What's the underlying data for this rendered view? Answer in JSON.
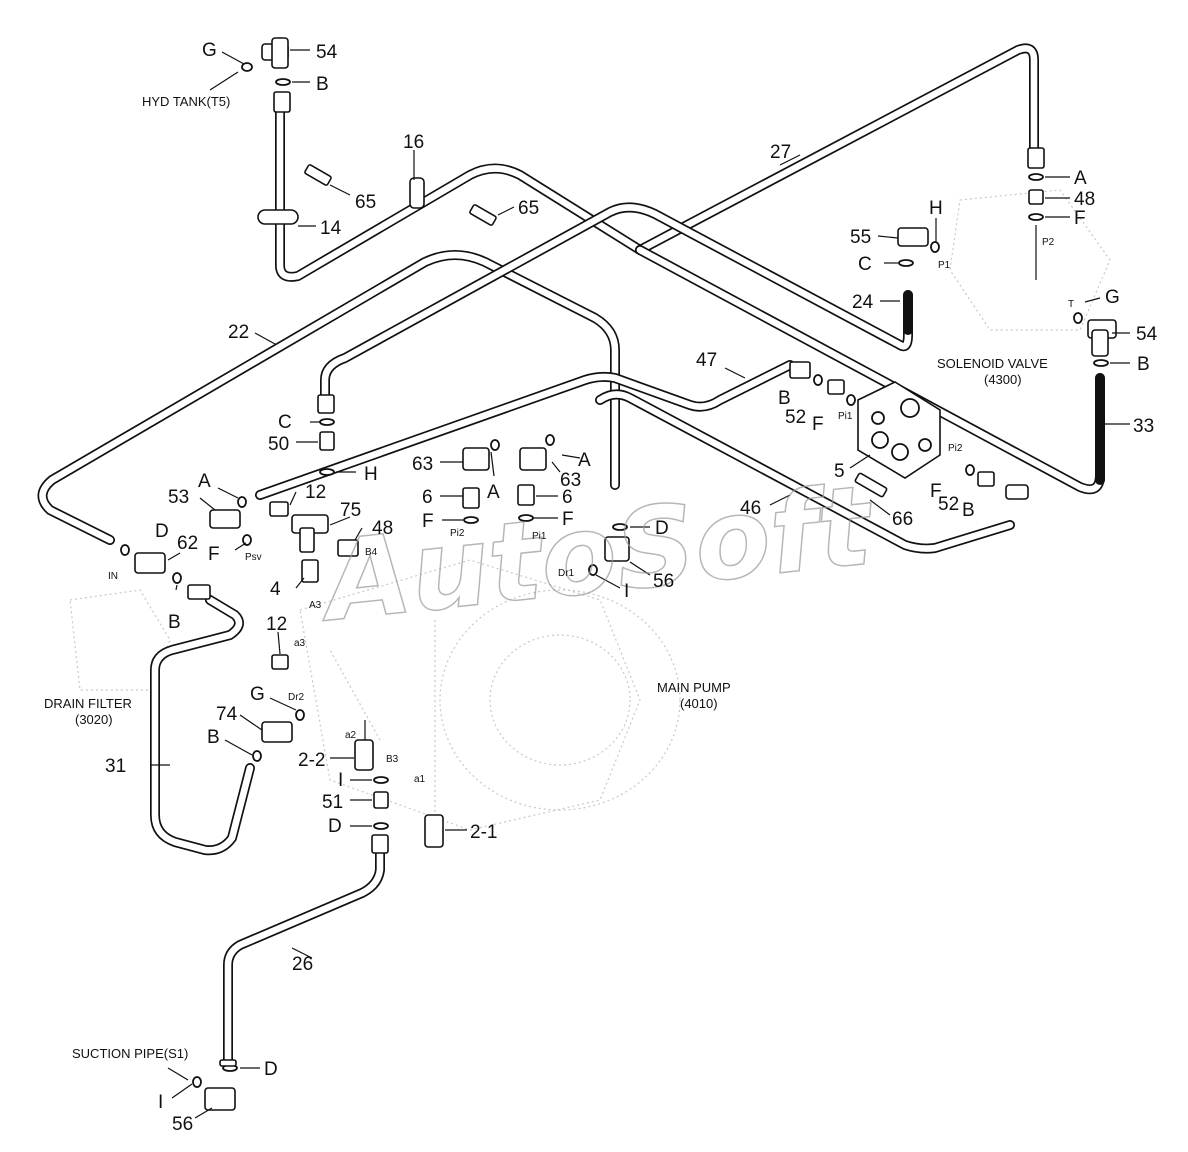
{
  "watermark": "AutoSoft",
  "components": {
    "hyd_tank": "HYD TANK(T5)",
    "solenoid_valve": "SOLENOID VALVE",
    "solenoid_valve_code": "(4300)",
    "drain_filter": "DRAIN FILTER",
    "drain_filter_code": "(3020)",
    "main_pump": "MAIN PUMP",
    "main_pump_code": "(4010)",
    "suction_pipe": "SUCTION PIPE(S1)"
  },
  "labels": [
    "G",
    "54",
    "B",
    "16",
    "65",
    "65",
    "14",
    "27",
    "A",
    "48",
    "F",
    "55",
    "H",
    "P1",
    "C",
    "P2",
    "24",
    "T",
    "G",
    "54",
    "22",
    "B",
    "SOLENOID VALVE",
    "33",
    "47",
    "B",
    "52",
    "Pi1",
    "F",
    "C",
    "Pi2",
    "50",
    "H",
    "63",
    "A",
    "63",
    "A",
    "5",
    "12",
    "A",
    "53",
    "6",
    "6",
    "F",
    "52",
    "B",
    "75",
    "F",
    "Pi2",
    "F",
    "Pi1",
    "66",
    "46",
    "D",
    "48",
    "D",
    "62",
    "F",
    "Psv",
    "B4",
    "Dr1",
    "56",
    "IN",
    "4",
    "I",
    "A3",
    "B",
    "12",
    "a3",
    "G",
    "Dr2",
    "74",
    "B",
    "a2",
    "2-2",
    "B3",
    "I",
    "a1",
    "31",
    "51",
    "D",
    "2-1",
    "26",
    "D",
    "I",
    "56"
  ]
}
